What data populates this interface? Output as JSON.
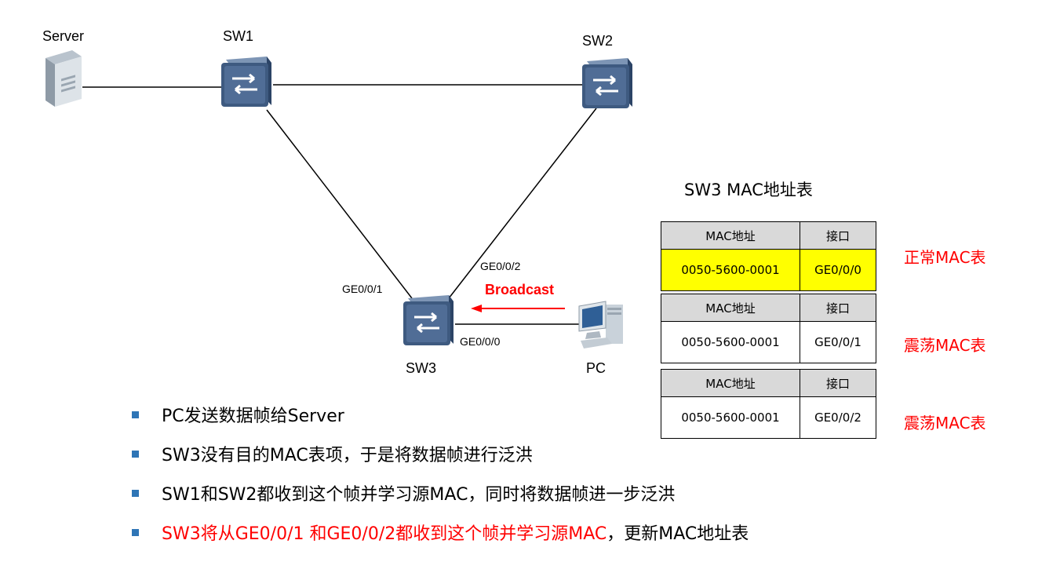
{
  "nodes": {
    "server": "Server",
    "sw1": "SW1",
    "sw2": "SW2",
    "sw3": "SW3",
    "pc": "PC"
  },
  "ports": {
    "sw3_ge001": "GE0/0/1",
    "sw3_ge002": "GE0/0/2",
    "sw3_ge000": "GE0/0/0"
  },
  "broadcast_label": "Broadcast",
  "colors": {
    "highlight_red": "#ff0000",
    "row_yellow": "#ffff00",
    "header_gray": "#d9d9d9",
    "bullet_blue": "#2e75b6",
    "switch_blue": "#3e5a80"
  },
  "mac_table": {
    "title": "SW3 MAC地址表",
    "header": {
      "mac": "MAC地址",
      "port": "接口"
    },
    "tables": [
      {
        "mac": "0050-5600-0001",
        "port": "GE0/0/0",
        "status": "正常MAC表"
      },
      {
        "mac": "0050-5600-0001",
        "port": "GE0/0/1",
        "status": "震荡MAC表"
      },
      {
        "mac": "0050-5600-0001",
        "port": "GE0/0/2",
        "status": "震荡MAC表"
      }
    ]
  },
  "bullets": [
    {
      "text": "PC发送数据帧给Server"
    },
    {
      "text": "SW3没有目的MAC表项，于是将数据帧进行泛洪"
    },
    {
      "text": "SW1和SW2都收到这个帧并学习源MAC，同时将数据帧进一步泛洪"
    },
    {
      "red": "SW3将从GE0/0/1 和GE0/0/2都收到这个帧并学习源MAC",
      "rest": "，更新MAC地址表"
    }
  ]
}
